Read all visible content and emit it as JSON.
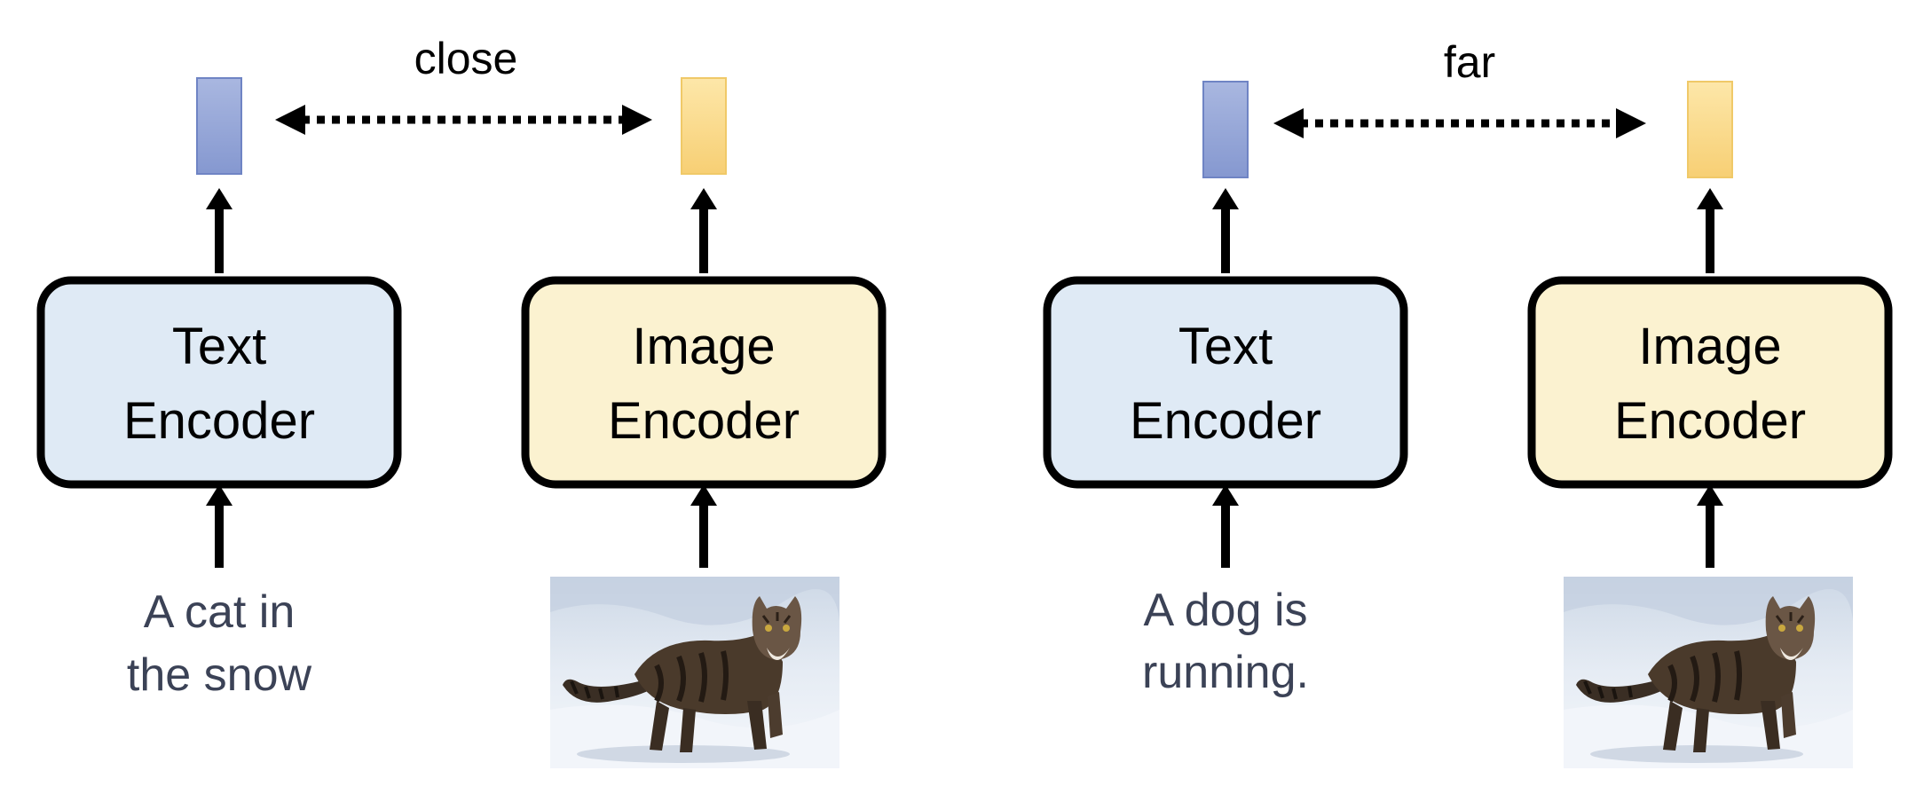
{
  "colors": {
    "text_encoder_fill": "#dfeaf5",
    "image_encoder_fill": "#fbf2d0",
    "border": "#000000",
    "text_embedding_top": "#a9b7e0",
    "text_embedding_bottom": "#8598d0",
    "image_embedding_top": "#fde7a9",
    "image_embedding_bottom": "#f7cf74",
    "caption_text": "#3b4256"
  },
  "panels": [
    {
      "relation_label": "close",
      "text_encoder": {
        "line1": "Text",
        "line2": "Encoder"
      },
      "image_encoder": {
        "line1": "Image",
        "line2": "Encoder"
      },
      "caption": {
        "line1": "A cat in",
        "line2": "the snow"
      },
      "image_icon": "cat-in-snow-photo"
    },
    {
      "relation_label": "far",
      "text_encoder": {
        "line1": "Text",
        "line2": "Encoder"
      },
      "image_encoder": {
        "line1": "Image",
        "line2": "Encoder"
      },
      "caption": {
        "line1": "A dog is",
        "line2": "running."
      },
      "image_icon": "cat-in-snow-photo"
    }
  ]
}
